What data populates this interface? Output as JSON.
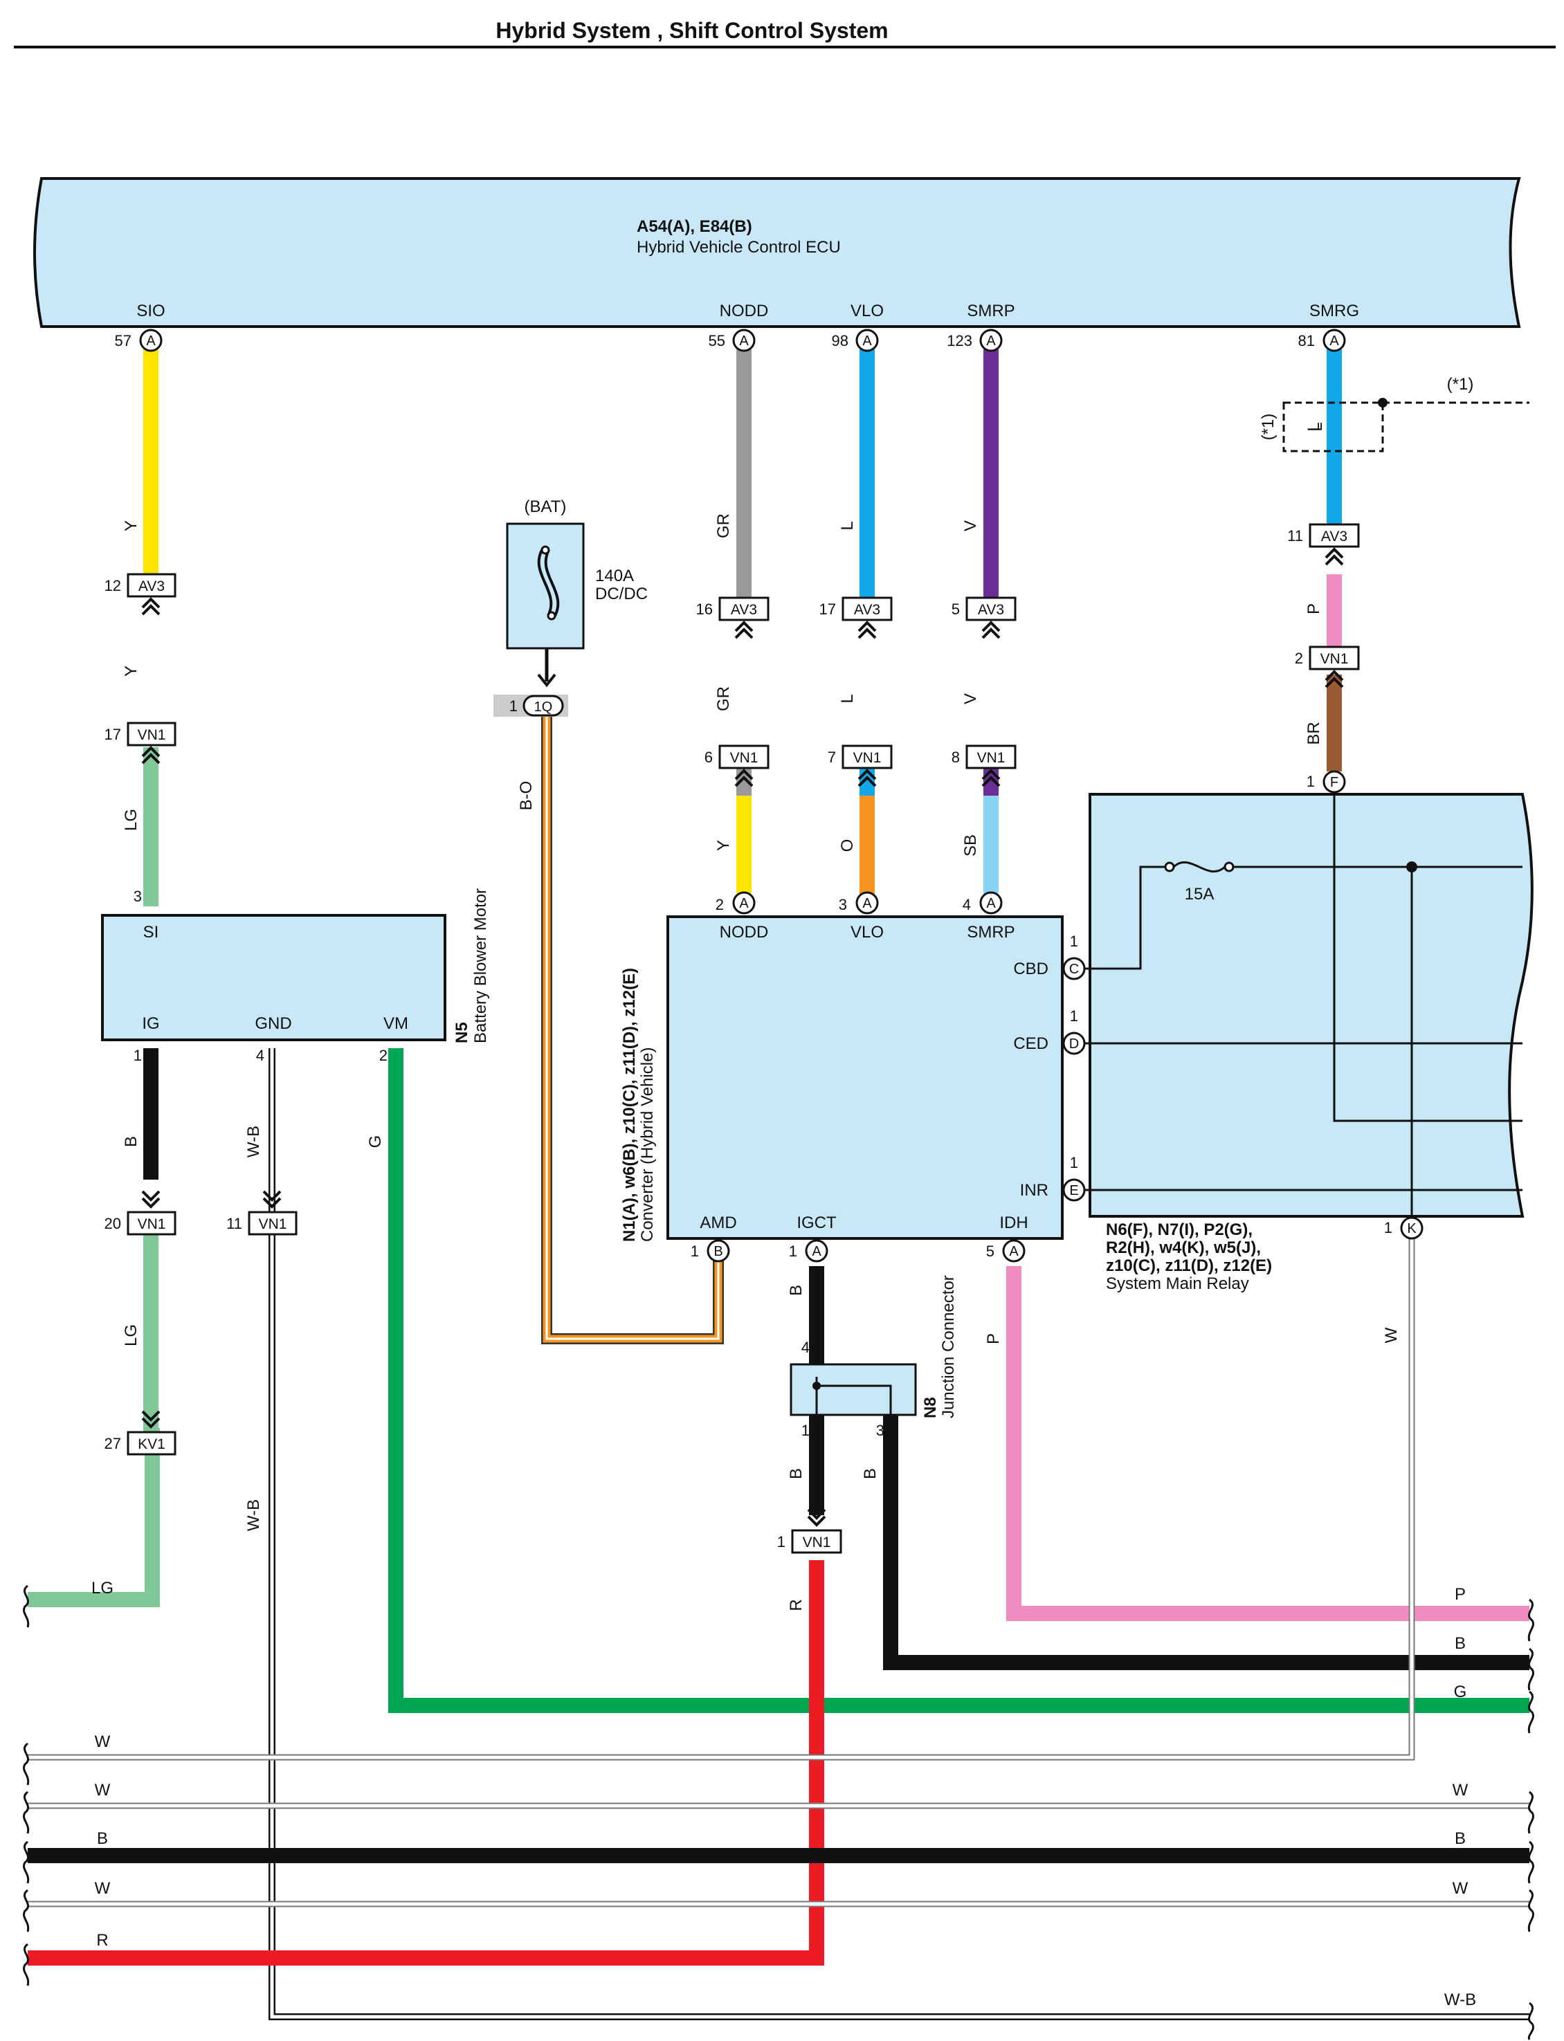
{
  "page": {
    "title": "Hybrid System , Shift Control System"
  },
  "colors": {
    "component_fill": "#c8e8f8",
    "Y": "#ffe400",
    "LG": "#80c898",
    "GR": "#999999",
    "L": "#10a8e8",
    "V": "#6a2e96",
    "O": "#f7941d",
    "SB": "#88d4f2",
    "P": "#f08cc0",
    "BR": "#9a5a36",
    "G": "#00a651",
    "B": "#111111",
    "R": "#ed1c24",
    "W": "#ffffff",
    "B-O": "#f7941d",
    "W-B": "#ffffff"
  },
  "ecu": {
    "name": "A54(A), E84(B)",
    "desc": "Hybrid Vehicle Control ECU",
    "terminals": [
      {
        "label": "SIO",
        "pin": "57",
        "conn": "A"
      },
      {
        "label": "NODD",
        "pin": "55",
        "conn": "A"
      },
      {
        "label": "VLO",
        "pin": "98",
        "conn": "A"
      },
      {
        "label": "SMRP",
        "pin": "123",
        "conn": "A"
      },
      {
        "label": "SMRG",
        "pin": "81",
        "conn": "A"
      }
    ]
  },
  "fuse": {
    "source": "(BAT)",
    "name": "140A",
    "circuit": "DC/DC",
    "pin": "1",
    "conn": "1Q"
  },
  "blower": {
    "id": "N5",
    "name": "Battery Blower Motor",
    "top_pin": "3",
    "terminals": [
      "SI",
      "IG",
      "GND",
      "VM"
    ],
    "bottom_pins": [
      "1",
      "4",
      "2"
    ]
  },
  "converter": {
    "ids": "N1(A), w6(B), z10(C), z11(D), z12(E)",
    "name": "Converter (Hybrid Vehicle)",
    "top": [
      {
        "label": "NODD",
        "pin": "2",
        "conn": "A"
      },
      {
        "label": "VLO",
        "pin": "3",
        "conn": "A"
      },
      {
        "label": "SMRP",
        "pin": "4",
        "conn": "A"
      }
    ],
    "right": [
      {
        "label": "CBD",
        "pin": "1",
        "conn": "C"
      },
      {
        "label": "CED",
        "pin": "1",
        "conn": "D"
      },
      {
        "label": "INR",
        "pin": "1",
        "conn": "E"
      }
    ],
    "bottom": [
      {
        "label": "AMD",
        "pin": "1",
        "conn": "B"
      },
      {
        "label": "IGCT",
        "pin": "1",
        "conn": "A"
      },
      {
        "label": "IDH",
        "pin": "5",
        "conn": "A"
      }
    ]
  },
  "relay": {
    "ids_line1": "N6(F), N7(I), P2(G),",
    "ids_line2": "R2(H), w4(K), w5(J),",
    "ids_line3": "z10(C), z11(D), z12(E)",
    "name": "System Main Relay",
    "fuse": "15A",
    "pin_f": "1",
    "conn_f": "F",
    "pin_k": "1",
    "conn_k": "K"
  },
  "junction": {
    "id": "N8",
    "name": "Junction Connector",
    "pins": [
      "4",
      "1",
      "3"
    ]
  },
  "optional": {
    "mark": "(*1)",
    "wire": "L"
  },
  "connectors": [
    {
      "pin": "12",
      "name": "AV3"
    },
    {
      "pin": "17",
      "name": "VN1"
    },
    {
      "pin": "20",
      "name": "VN1"
    },
    {
      "pin": "11",
      "name": "VN1"
    },
    {
      "pin": "27",
      "name": "KV1"
    },
    {
      "pin": "16",
      "name": "AV3"
    },
    {
      "pin": "6",
      "name": "VN1"
    },
    {
      "pin": "17",
      "name": "AV3"
    },
    {
      "pin": "7",
      "name": "VN1"
    },
    {
      "pin": "5",
      "name": "AV3"
    },
    {
      "pin": "8",
      "name": "VN1"
    },
    {
      "pin": "11",
      "name": "AV3"
    },
    {
      "pin": "2",
      "name": "VN1"
    },
    {
      "pin": "1",
      "name": "VN1"
    }
  ],
  "wire_colors": [
    "Y",
    "Y",
    "LG",
    "LG",
    "LG",
    "B",
    "W-B",
    "W-B",
    "G",
    "B-O",
    "GR",
    "GR",
    "Y",
    "L",
    "L",
    "O",
    "V",
    "V",
    "SB",
    "L",
    "P",
    "BR",
    "W",
    "B",
    "B",
    "R",
    "P"
  ],
  "buses": [
    {
      "left": "",
      "right": "P"
    },
    {
      "left": "",
      "right": "B"
    },
    {
      "left": "",
      "right": "G"
    },
    {
      "left": "W",
      "right": ""
    },
    {
      "left": "W",
      "right": "W"
    },
    {
      "left": "B",
      "right": "B"
    },
    {
      "left": "W",
      "right": "W"
    },
    {
      "left": "R",
      "right": ""
    },
    {
      "left": "",
      "right": "W-B"
    }
  ]
}
